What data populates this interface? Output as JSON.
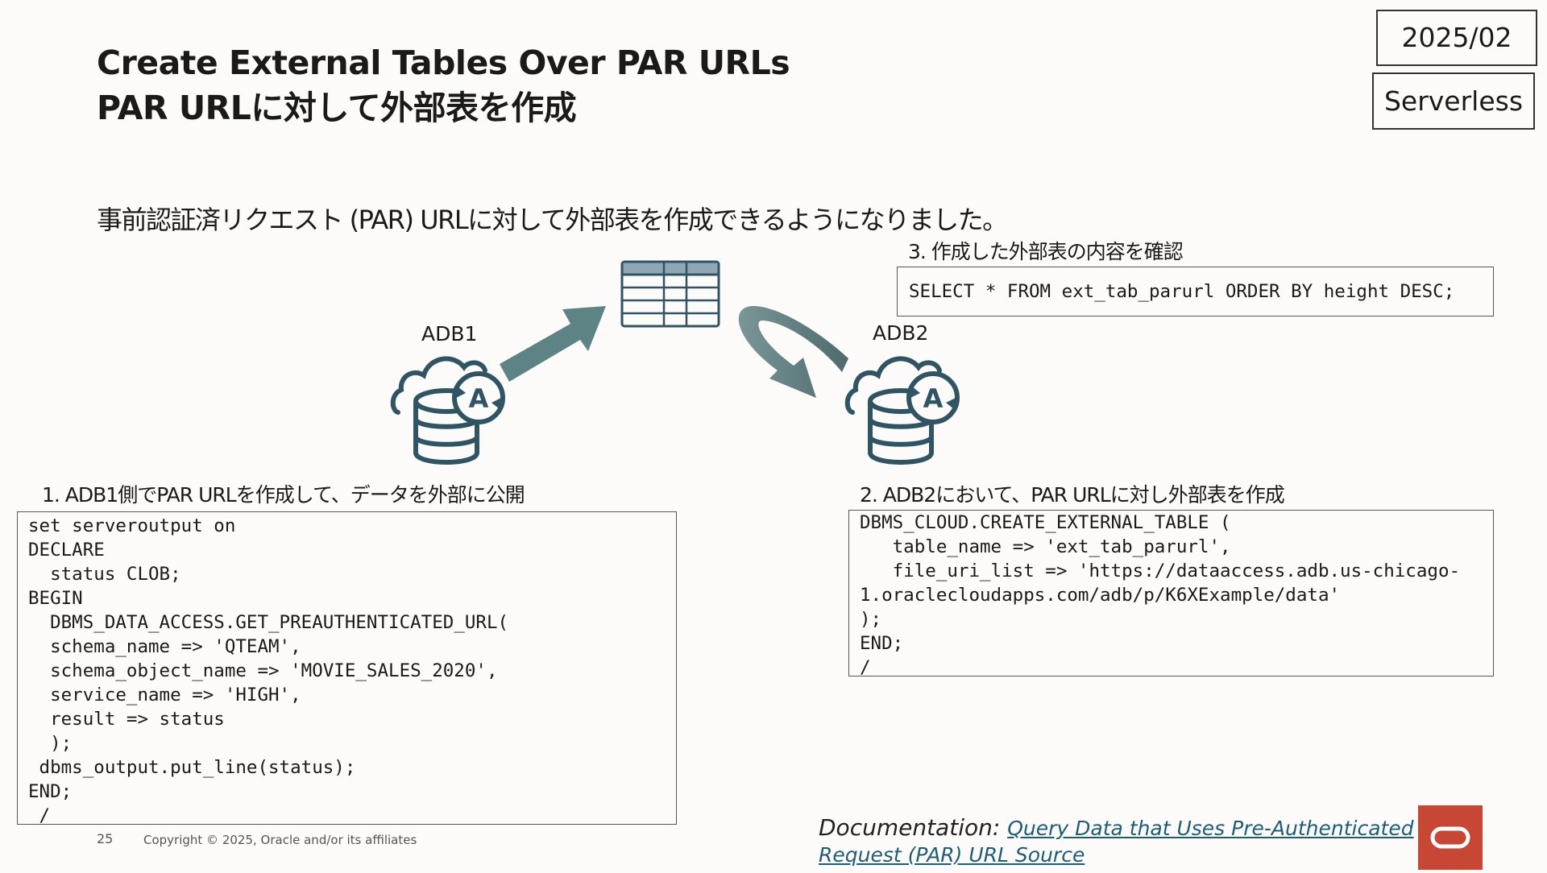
{
  "title": {
    "line1": "Create External Tables Over PAR URLs",
    "line2": "PAR URLに対して外部表を作成"
  },
  "tags": {
    "date": "2025/02",
    "type": "Serverless"
  },
  "subtitle": "事前認証済リクエスト (PAR) URLに対して外部表を作成できるようになりました。",
  "steps": {
    "step1": "1. ADB1側でPAR URLを作成して、データを外部に公開",
    "step2": "2. ADB2において、PAR URLに対し外部表を作成",
    "step3": "3. 作成した外部表の内容を確認"
  },
  "labels": {
    "adb1": "ADB1",
    "adb2": "ADB2"
  },
  "code": {
    "step1": "set serveroutput on\nDECLARE\n  status CLOB;\nBEGIN\n  DBMS_DATA_ACCESS.GET_PREAUTHENTICATED_URL(\n  schema_name => 'QTEAM',\n  schema_object_name => 'MOVIE_SALES_2020',\n  service_name => 'HIGH',\n  result => status\n  );\n dbms_output.put_line(status);\nEND;\n /",
    "step2": "DBMS_CLOUD.CREATE_EXTERNAL_TABLE (\n   table_name => 'ext_tab_parurl',\n   file_uri_list => 'https://dataaccess.adb.us-chicago-\n1.oraclecloudapps.com/adb/p/K6XExample/data'\n);\nEND;\n/",
    "step3": "SELECT * FROM ext_tab_parurl ORDER BY height DESC;"
  },
  "footer": {
    "page_number": "25",
    "copyright": "Copyright © 2025, Oracle and/or its affiliates",
    "doc_prefix": "Documentation:",
    "doc_link_line1": "Query Data that Uses Pre-Authenticated",
    "doc_link_line2": "Request (PAR) URL Source"
  },
  "colors": {
    "icon_dark": "#2f5564",
    "arrow": "#5e8385",
    "table_header": "#8fa7b5",
    "brand_red": "#c74634",
    "link": "#1c5d7a"
  },
  "icons": {
    "db_cloud": "autonomous-database-icon",
    "table": "table-icon",
    "oracle": "oracle-logo-icon"
  }
}
